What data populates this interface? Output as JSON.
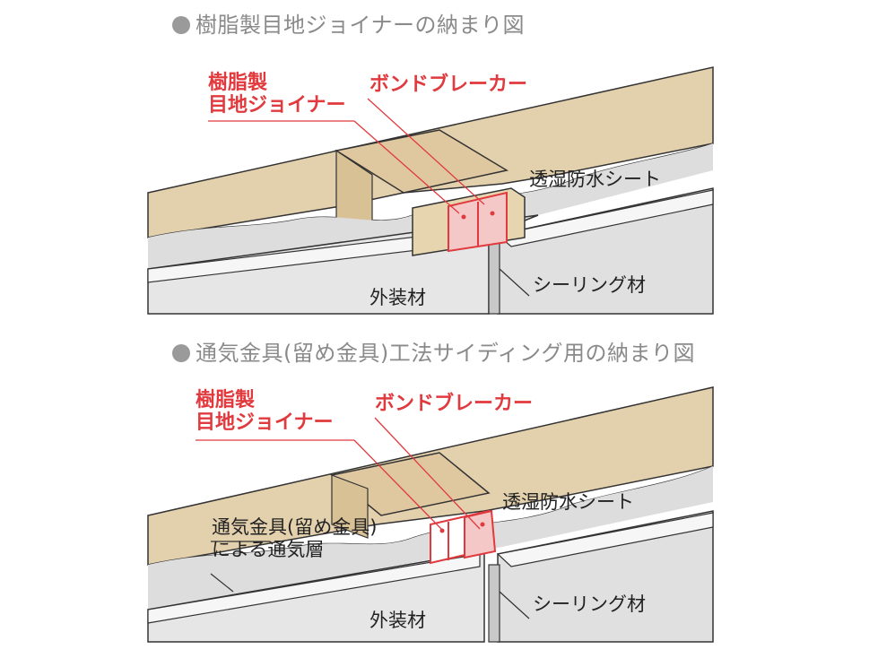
{
  "panel1": {
    "title": "樹脂製目地ジョイナーの納まり図",
    "label_joiner_line1": "樹脂製",
    "label_joiner_line2": "目地ジョイナー",
    "label_bond_breaker": "ボンドブレーカー",
    "label_sheet": "透湿防水シート",
    "label_sealing": "シーリング材",
    "label_siding": "外装材"
  },
  "panel2": {
    "title": "通気金具(留め金具)工法サイディング用の納まり図",
    "label_joiner_line1": "樹脂製",
    "label_joiner_line2": "目地ジョイナー",
    "label_bond_breaker": "ボンドブレーカー",
    "label_sheet": "透湿防水シート",
    "label_vent_line1": "通気金具(留め金具)",
    "label_vent_line2": "による通気層",
    "label_sealing": "シーリング材",
    "label_siding": "外装材"
  },
  "colors": {
    "wood": "#e3d0ad",
    "wood_dark": "#cdb48a",
    "sheet": "#dddddd",
    "siding": "#f4f4f4",
    "red": "#e03a3e",
    "line": "#333333"
  }
}
